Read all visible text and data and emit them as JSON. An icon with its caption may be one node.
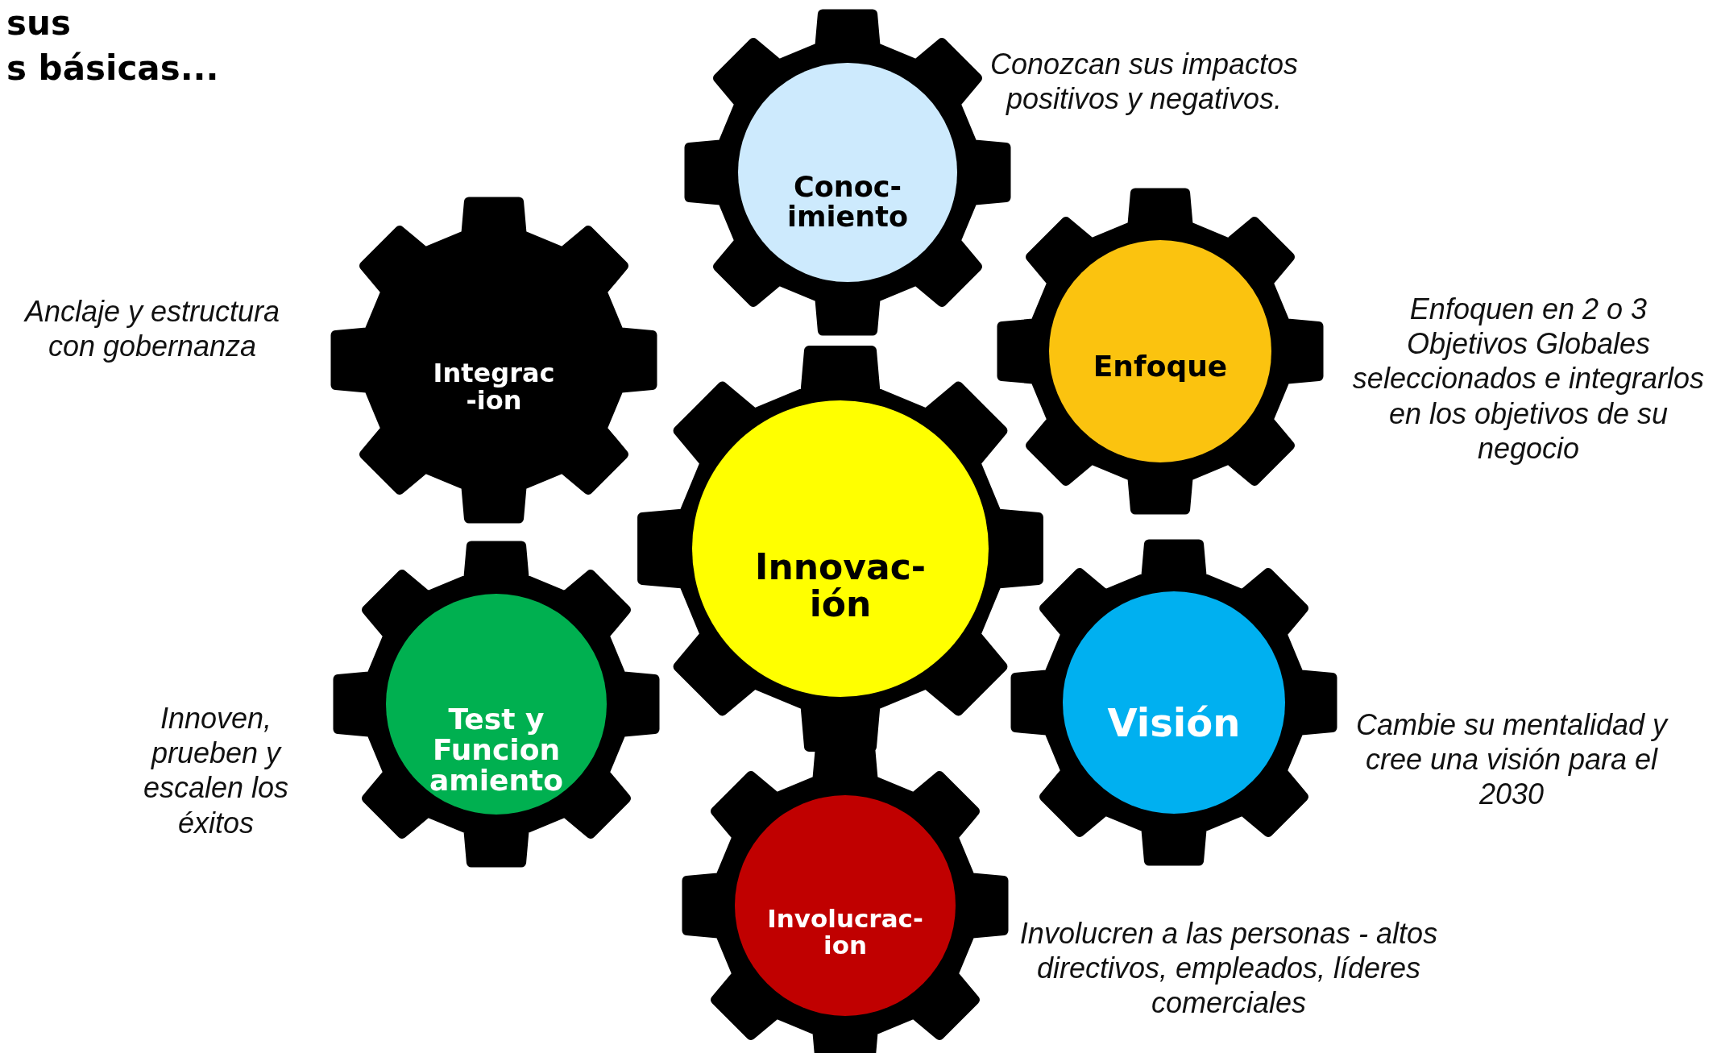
{
  "diagram": {
    "nodes": [
      {
        "text": [
          "Conoc- imiento"
        ],
        "beside": [
          "Conozcan sus impactos positivos y negativos."
        ]
      },
      {
        "text": [
          "Integrac -ion"
        ],
        "beside": [
          "Anclaje y estructura con gobernanza"
        ]
      },
      {
        "text": [
          "Enfoque"
        ],
        "beside": [
          "Enfoquen en 2 o 3 Objetivos Globales seleccionados e integrarlos en los objetivos de su negocio"
        ]
      },
      {
        "text": [
          "Innovac- ión"
        ]
      },
      {
        "text": [
          "Test y Funcion amiento"
        ],
        "beside": [
          "Innoven, prueben y escalen los éxitos"
        ]
      },
      {
        "text": [
          "Visión"
        ],
        "beside": [
          "Cambie su mentalidad y cree una visión para el 2030"
        ]
      },
      {
        "text": [
          "Involucrac- ion"
        ],
        "beside": [
          "Involucren a las personas - altos directivos, empleados, líderes comerciales"
        ]
      }
    ],
    "labels": [
      "sus",
      "s básicas..."
    ]
  }
}
